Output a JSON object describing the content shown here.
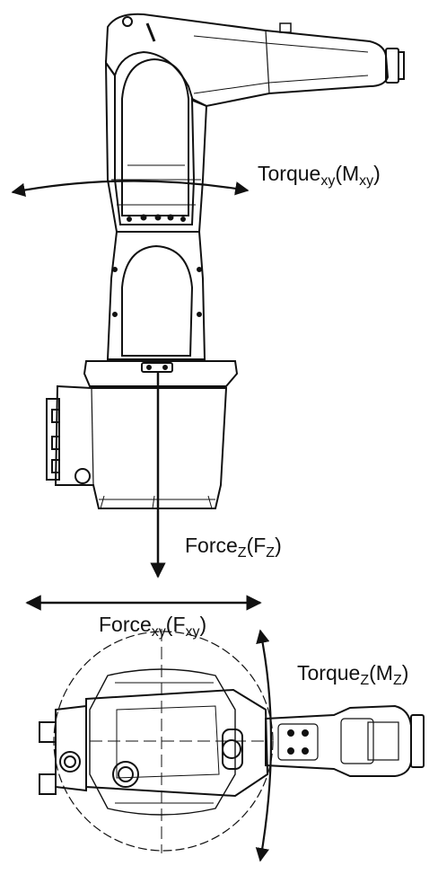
{
  "labels": {
    "torque_xy": {
      "main": "Torque",
      "sub": "xy",
      "paren_open": "(M",
      "paren_sub": "xy",
      "paren_close": ")"
    },
    "force_z": {
      "main": "Force",
      "sub": "Z",
      "paren_open": "(F",
      "paren_sub": "Z",
      "paren_close": ")"
    },
    "force_xy": {
      "main": "Force",
      "sub": "xy",
      "paren_open": "(F",
      "paren_sub": "xy",
      "paren_close": ")"
    },
    "torque_z": {
      "main": "Torque",
      "sub": "Z",
      "paren_open": "(M",
      "paren_sub": "Z",
      "paren_close": ")"
    }
  },
  "style": {
    "line_color": "#111111"
  }
}
